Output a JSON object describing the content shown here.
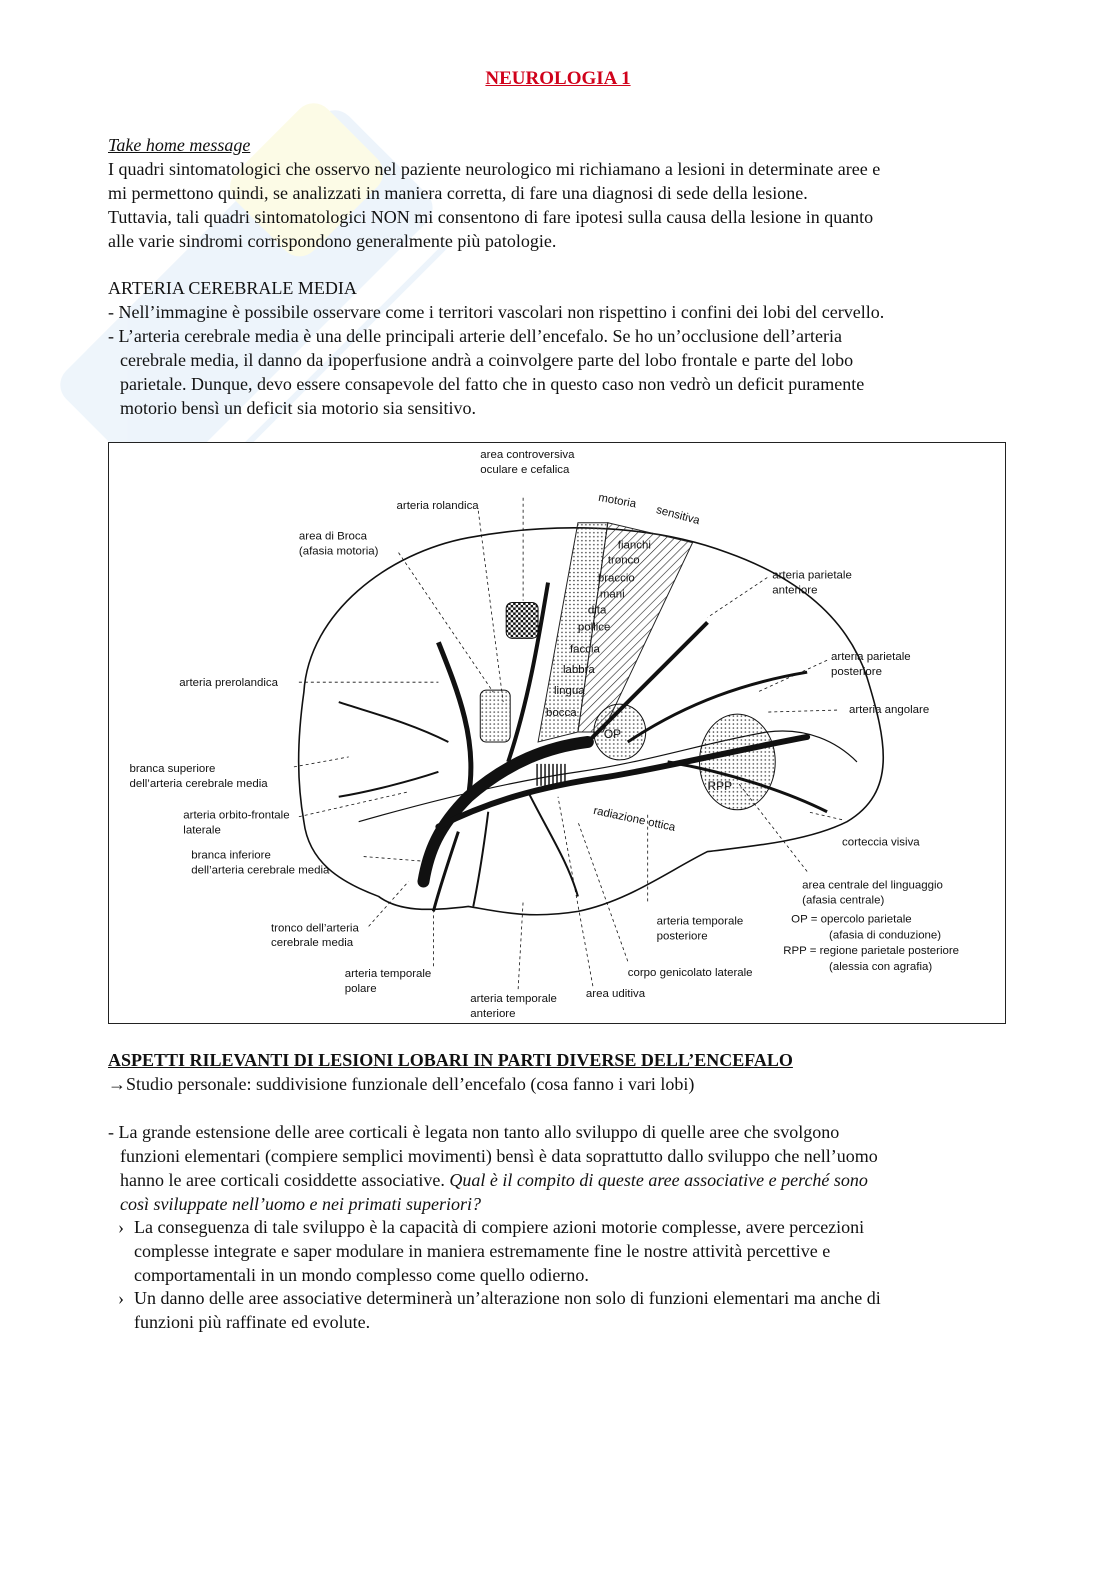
{
  "title": "NEUROLOGIA 1",
  "take_home": {
    "heading": "Take home message",
    "lines": [
      "I quadri sintomatologici che osservo nel paziente neurologico mi richiamano a lesioni in determinate aree e",
      "mi permettono quindi, se analizzati in maniera corretta, di fare una diagnosi di sede della lesione.",
      "Tuttavia, tali quadri sintomatologici NON mi consentono di fare ipotesi sulla causa della lesione in quanto",
      "alle varie sindromi corrispondono generalmente più patologie."
    ]
  },
  "acm": {
    "heading": "ARTERIA CEREBRALE MEDIA",
    "b1": "- Nell’immagine è possibile osservare come i territori vascolari non rispettino i confini dei lobi del cervello.",
    "b2_lines": [
      "- L’arteria cerebrale media è una delle principali arterie dell’encefalo. Se ho un’occlusione dell’arteria",
      "cerebrale media, il danno da ipoperfusione andrà a coinvolgere parte del lobo frontale e parte del lobo",
      "parietale. Dunque, devo essere consapevole del fatto che in questo caso non vedrò un deficit puramente",
      "motorio bensì un deficit sia motorio sia sensitivo."
    ]
  },
  "figure": {
    "labels": {
      "area_controversiva": [
        "area controversiva",
        "oculare e cefalica"
      ],
      "arteria_rolandica": "arteria rolandica",
      "motoria": "motoria",
      "sensitiva": "sensitiva",
      "area_broca": [
        "area di Broca",
        "(afasia motoria)"
      ],
      "somato": [
        "fianchi",
        "tronco",
        "braccio",
        "mani",
        "dita",
        "pollice",
        "faccia",
        "labbra",
        "lingua",
        "bocca"
      ],
      "arteria_parietale_anteriore": [
        "arteria parietale",
        "anteriore"
      ],
      "arteria_parietale_posteriore": [
        "arteria parietale",
        "posteriore"
      ],
      "arteria_angolare": "arteria angolare",
      "arteria_prerolandica": "arteria prerolandica",
      "branca_superiore": [
        "branca superiore",
        "dell’arteria cerebrale media"
      ],
      "arteria_orbito": [
        "arteria orbito-frontale",
        "laterale"
      ],
      "branca_inferiore": [
        "branca inferiore",
        "dell’arteria cerebrale media"
      ],
      "op": "OP",
      "rpp": "RPP",
      "radiazione_ottica": "radiazione ottica",
      "corteccia_visiva": "corteccia visiva",
      "area_centrale": [
        "area centrale del linguaggio",
        "(afasia centrale)"
      ],
      "op_def": [
        "OP = opercolo parietale",
        "(afasia di conduzione)"
      ],
      "rpp_def": [
        "RPP = regione parietale posteriore",
        "(alessia con agrafia)"
      ],
      "tronco_acm": [
        "tronco dell’arteria",
        "cerebrale media"
      ],
      "arteria_temporale_posteriore": [
        "arteria temporale",
        "posteriore"
      ],
      "corpo_genicolato": "corpo genicolato laterale",
      "arteria_temporale_polare": [
        "arteria temporale",
        "polare"
      ],
      "area_uditiva": "area uditiva",
      "arteria_temporale_anteriore": [
        "arteria temporale",
        "anteriore"
      ]
    }
  },
  "lesioni": {
    "heading": "ASPETTI RILEVANTI DI LESIONI LOBARI IN PARTI DIVERSE DELL’ENCEFALO",
    "studio": "Studio personale: suddivisione funzionale dell’encefalo (cosa fanno i vari lobi)",
    "p1_lines": [
      "- La grande estensione delle aree corticali è legata non tanto allo sviluppo di quelle aree che svolgono",
      "funzioni elementari (compiere semplici movimenti) bensì è data soprattutto dallo sviluppo che nell’uomo",
      "hanno le aree corticali cosiddette associative."
    ],
    "p1_italic": [
      "Qual è il compito di queste aree associative e perché sono",
      "così sviluppate nell’uomo e nei primati superiori?"
    ],
    "sub1": [
      "La conseguenza di tale sviluppo è la capacità di compiere azioni motorie complesse, avere percezioni",
      "complesse integrate e saper modulare in maniera estremamente fine le nostre attività percettive e",
      "comportamentali in un mondo complesso come quello odierno."
    ],
    "sub2": [
      "Un danno delle aree associative determinerà un’alterazione non solo di funzioni elementari ma anche di",
      "funzioni più raffinate ed evolute."
    ],
    "bullet_mark": "›",
    "arrow": "→"
  },
  "colors": {
    "title_red": "#d0021b"
  }
}
